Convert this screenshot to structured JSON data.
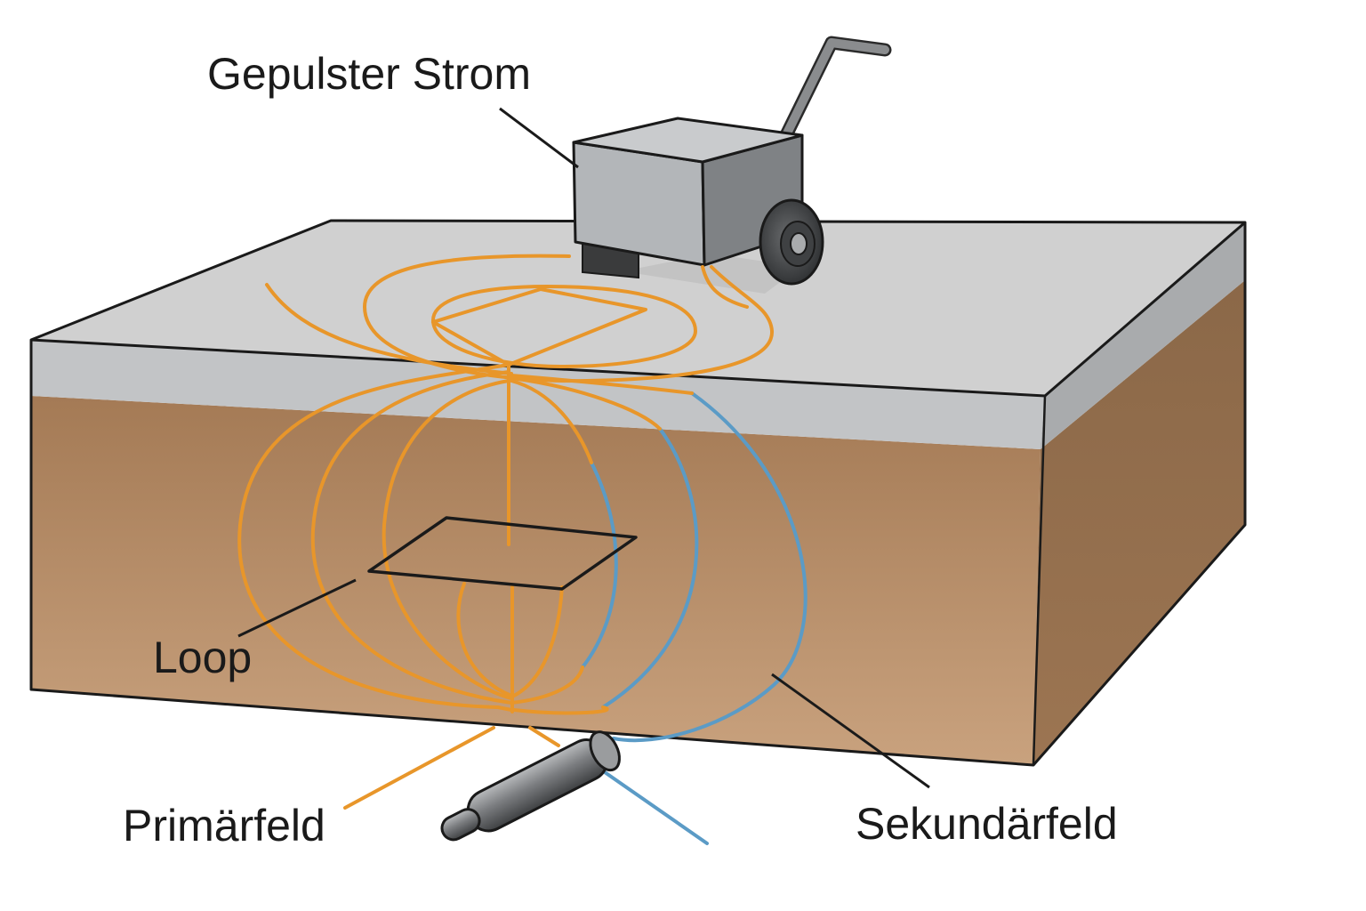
{
  "labels": {
    "pulsed_current": "Gepulster Strom",
    "loop": "Loop",
    "primary_field": "Primärfeld",
    "secondary_field": "Sekundärfeld"
  },
  "colors": {
    "primary_field": "#e8962a",
    "secondary_field": "#5b9bc6",
    "soil_top": "#a47a55",
    "soil_bottom": "#c9a27e",
    "soil_side": "#94704f",
    "surface": "#cdcdcd",
    "surface_edge": "#bfc1c3",
    "device": "#b5b8bb",
    "pipe": "#7a7c7f"
  },
  "icons": {
    "transmitter": "wheeled-transmitter-cart",
    "target": "buried-pipe"
  }
}
